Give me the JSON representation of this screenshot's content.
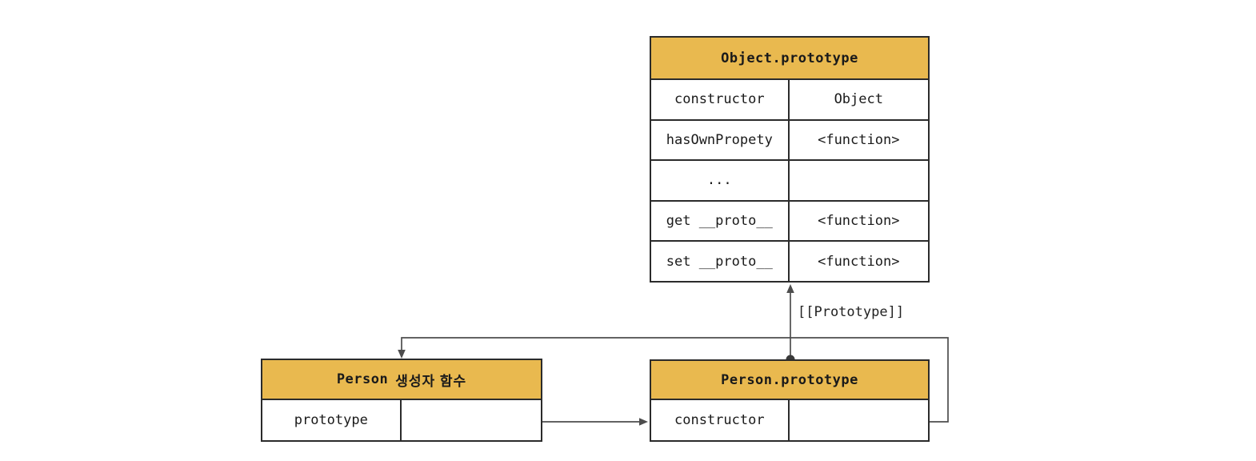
{
  "diagram": {
    "background_color": "#ffffff",
    "header_fill_color": "#e9b94f",
    "table_border_color": "#2b2b2b",
    "connector_line_color": "#4d4d4d",
    "pointer_dot_color": "#3a3a3a",
    "text_color": "#1a1a1a"
  },
  "tables": {
    "object_prototype": {
      "title": "Object.prototype",
      "rows": [
        {
          "key": "constructor",
          "value": "Object"
        },
        {
          "key": "hasOwnPropety",
          "value": "<function>"
        },
        {
          "key": "...",
          "value": ""
        },
        {
          "key": "get __proto__",
          "value": "<function>"
        },
        {
          "key": "set __proto__",
          "value": "<function>"
        }
      ]
    },
    "person_constructor": {
      "title_code": "Person",
      "title_korean": "생성자 함수",
      "rows": [
        {
          "key": "prototype",
          "value": ""
        }
      ]
    },
    "person_prototype": {
      "title": "Person.prototype",
      "rows": [
        {
          "key": "constructor",
          "value": ""
        }
      ]
    }
  },
  "labels": {
    "prototype_link": "[[Prototype]]"
  }
}
